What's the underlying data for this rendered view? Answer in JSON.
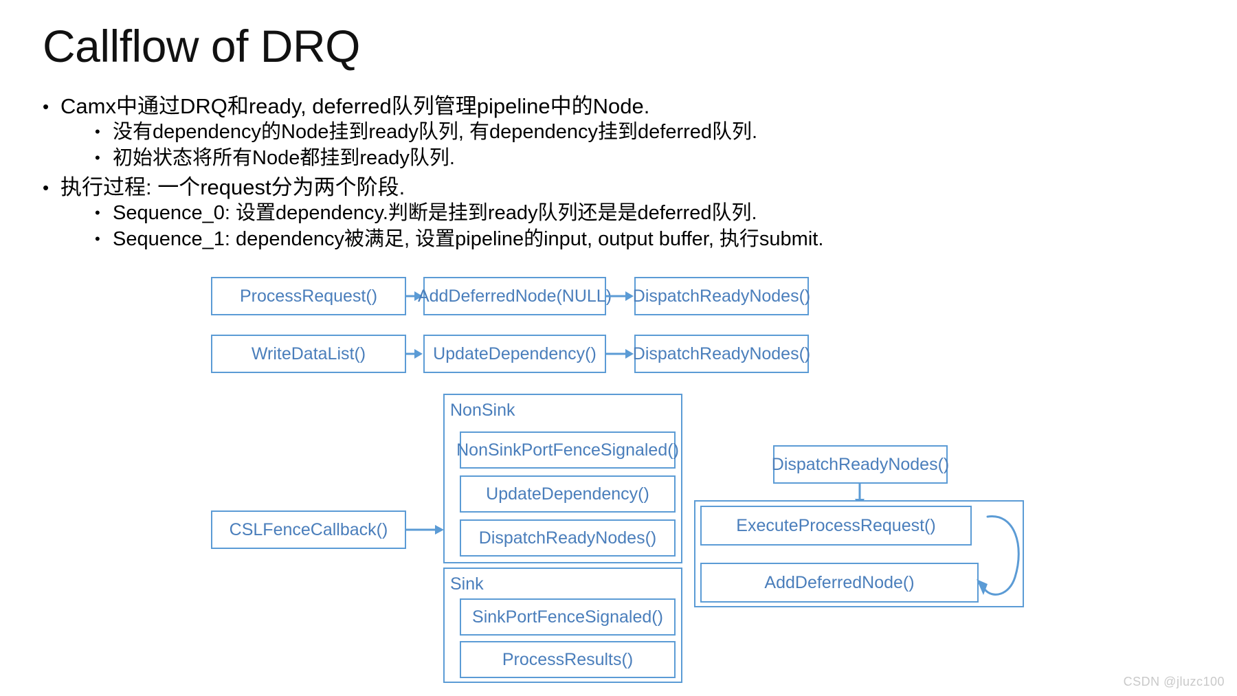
{
  "slide": {
    "title": "Callflow of DRQ",
    "watermark": "CSDN @jluzc100",
    "accent_color": "#5B9BD5",
    "text_color": "#4A7EBB"
  },
  "bullets": [
    {
      "level": 1,
      "marker": "•",
      "text": "Camx中通过DRQ和ready, deferred队列管理pipeline中的Node."
    },
    {
      "level": 2,
      "marker": "•",
      "text": "没有dependency的Node挂到ready队列, 有dependency挂到deferred队列."
    },
    {
      "level": 2,
      "marker": "•",
      "text": "初始状态将所有Node都挂到ready队列."
    },
    {
      "level": 1,
      "marker": "•",
      "text": "执行过程: 一个request分为两个阶段."
    },
    {
      "level": 2,
      "marker": "•",
      "text": "Sequence_0: 设置dependency.判断是挂到ready队列还是是deferred队列."
    },
    {
      "level": 2,
      "marker": "•",
      "text": "Sequence_1: dependency被满足, 设置pipeline的input, output buffer, 执行submit."
    }
  ],
  "diagram": {
    "row1": [
      {
        "label": "ProcessRequest()"
      },
      {
        "label": "AddDeferredNode(NULL)"
      },
      {
        "label": "DispatchReadyNodes()"
      }
    ],
    "row2": [
      {
        "label": "WriteDataList()"
      },
      {
        "label": "UpdateDependency()"
      },
      {
        "label": "DispatchReadyNodes()"
      }
    ],
    "callback": {
      "label": "CSLFenceCallback()"
    },
    "nonsink": {
      "label": "NonSink",
      "items": [
        {
          "label": "NonSinkPortFenceSignaled()"
        },
        {
          "label": "UpdateDependency()"
        },
        {
          "label": "DispatchReadyNodes()"
        }
      ]
    },
    "sink": {
      "label": "Sink",
      "items": [
        {
          "label": "SinkPortFenceSignaled()"
        },
        {
          "label": "ProcessResults()"
        }
      ]
    },
    "right": {
      "dispatch": {
        "label": "DispatchReadyNodes()"
      },
      "loop_items": [
        {
          "label": "ExecuteProcessRequest()"
        },
        {
          "label": "AddDeferredNode()"
        }
      ]
    }
  }
}
